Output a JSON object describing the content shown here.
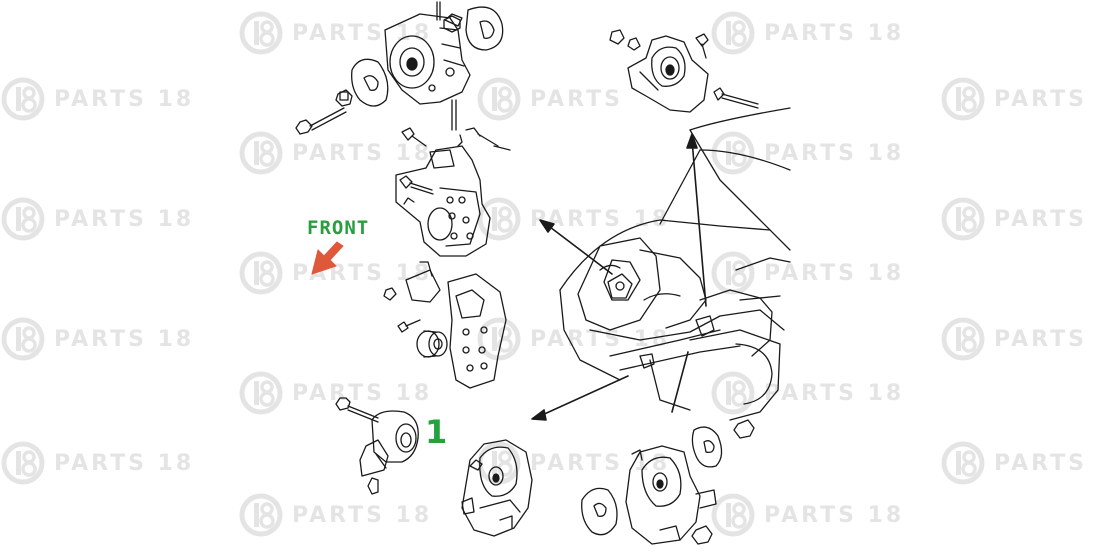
{
  "watermark": {
    "text_full": "PARTS 18",
    "text_cropped": "PARTS",
    "icon": "parts18-logo-icon",
    "color": "#8a8a8a"
  },
  "labels": {
    "front": "FRONT",
    "callout_number": "1"
  },
  "colors": {
    "line": "#1a1a1a",
    "front_label": "#2a9d3f",
    "front_arrow": "#e0583a",
    "callout": "#22a33d"
  }
}
